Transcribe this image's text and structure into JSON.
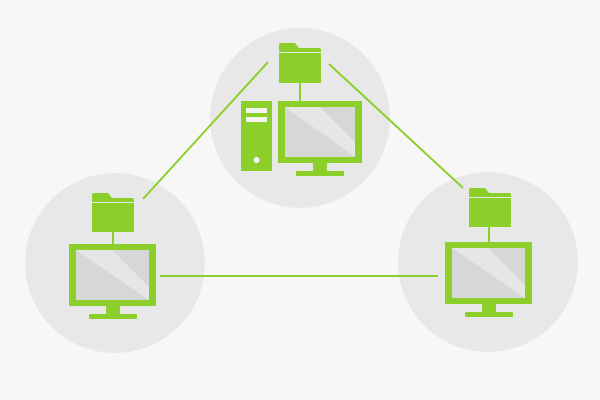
{
  "diagram": {
    "type": "peer-to-peer network",
    "colors": {
      "background": "#f7f7f7",
      "node_circle": "#e8e8e8",
      "accent": "#8ccf2a",
      "accent_light": "#a6dc55",
      "screen": "#d7d7d7",
      "screen_highlight": "#e6e6e6",
      "connection_line": "#8ccf2a"
    },
    "nodes": [
      {
        "id": "node-top",
        "device": "desktop-tower-and-monitor",
        "icons": [
          "folder-icon",
          "monitor-icon",
          "tower-icon"
        ]
      },
      {
        "id": "node-left",
        "device": "monitor",
        "icons": [
          "folder-icon",
          "monitor-icon"
        ]
      },
      {
        "id": "node-right",
        "device": "monitor",
        "icons": [
          "folder-icon",
          "monitor-icon"
        ]
      }
    ],
    "connections": [
      {
        "from": "node-left",
        "to": "node-top"
      },
      {
        "from": "node-top",
        "to": "node-right"
      },
      {
        "from": "node-left",
        "to": "node-right"
      }
    ]
  }
}
